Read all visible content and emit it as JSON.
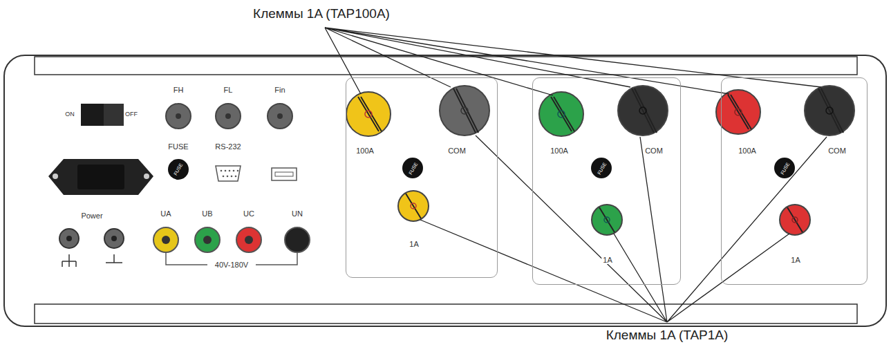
{
  "diagram": {
    "nodes": [
      {
        "text": [
          "100A",
          "FUSE",
          "COM",
          "1A"
        ]
      },
      {
        "text": [
          "100A",
          "FUSE",
          "COM",
          "1A"
        ]
      },
      {
        "text": [
          "100A",
          "FUSE",
          "COM",
          "1A"
        ]
      }
    ],
    "labels": [
      "Клеммы 1A (TAP100A)",
      "ON",
      "OFF",
      "FH",
      "FL",
      "Fin",
      "FUSE",
      "FUSE",
      "RS-232",
      "Power",
      "UA",
      "UB",
      "UC",
      "UN",
      "40V-180V",
      "Клеммы 1A (TAP1A)"
    ]
  }
}
